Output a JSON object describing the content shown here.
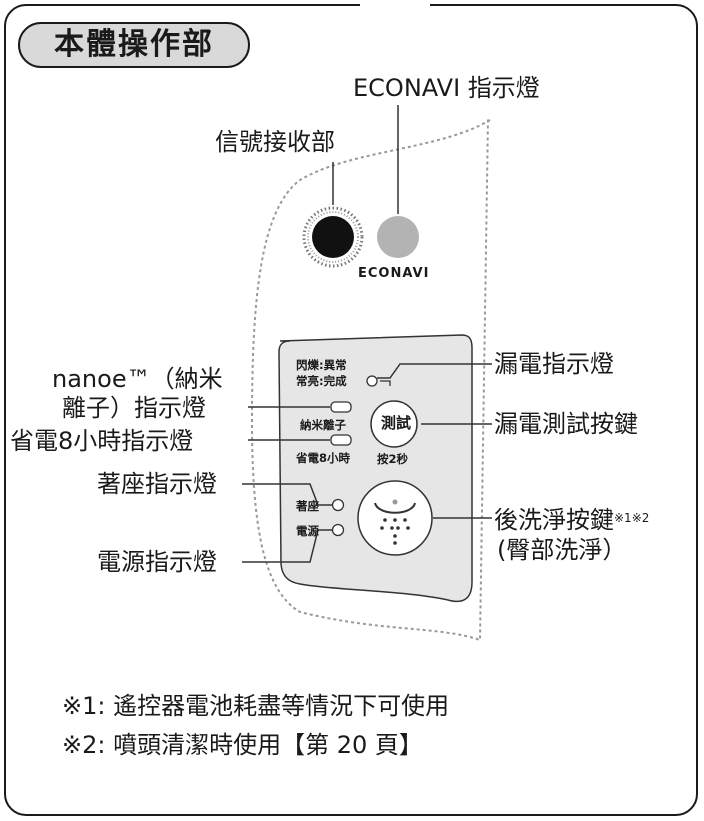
{
  "section_title": "本體操作部",
  "top_labels": {
    "econavi_indicator": "ECONAVI 指示燈",
    "signal_receiver": "信號接收部"
  },
  "panel": {
    "econavi_logo": "ECONAVI",
    "status_flash": "閃爍:異常",
    "status_steady": "常亮:完成",
    "nanoe_small": "納米離子",
    "saving_small": "省電8小時",
    "test_button": "測試",
    "test_hint": "按2秒",
    "seat_small": "著座",
    "power_small": "電源"
  },
  "left_labels": {
    "nanoe_line1": "nanoe™（納米",
    "nanoe_line2": "離子）指示燈",
    "saving": "省電8小時指示燈",
    "seat": "著座指示燈",
    "power": "電源指示燈"
  },
  "right_labels": {
    "leak_indicator": "漏電指示燈",
    "leak_test_button": "漏電測試按鍵",
    "rear_wash_button": "後洗淨按鍵",
    "rear_wash_notes": "※1※2",
    "rear_wash_sub": "(臀部洗淨）"
  },
  "notes": [
    "※1: 遙控器電池耗盡等情況下可使用",
    "※2: 噴頭清潔時使用【第 20 頁】"
  ],
  "colors": {
    "panel_fill": "#e6e6e6",
    "econavi_lamp": "#b3b3b3",
    "receiver": "#111111",
    "dotted_outline": "#999999"
  }
}
